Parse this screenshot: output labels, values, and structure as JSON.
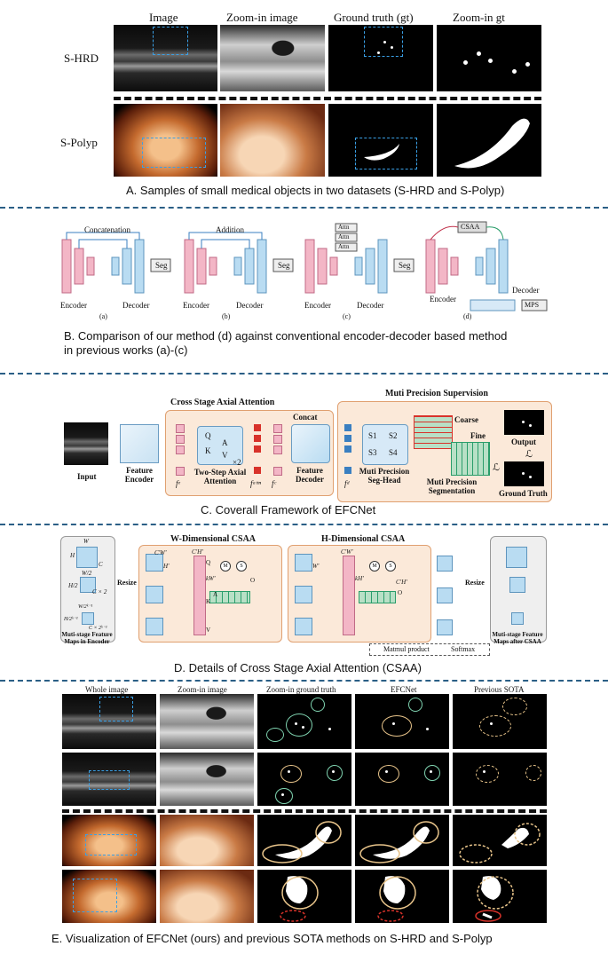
{
  "sectionA": {
    "col_headers": [
      "Image",
      "Zoom-in image",
      "Ground truth (gt)",
      "Zoom-in gt"
    ],
    "row_labels": [
      "S-HRD",
      "S-Polyp"
    ],
    "caption": "A. Samples of small medical objects in two datasets (S-HRD and S-Polyp)"
  },
  "sectionB": {
    "a": {
      "top": "Concatenation",
      "enc": "Encoder",
      "dec": "Decoder",
      "seg": "Seg",
      "tag": "(a)"
    },
    "b": {
      "top": "Addition",
      "enc": "Encoder",
      "dec": "Decoder",
      "seg": "Seg",
      "tag": "(b)"
    },
    "c": {
      "attn": "Attn",
      "enc": "Encoder",
      "dec": "Decoder",
      "seg": "Seg",
      "tag": "(c)"
    },
    "d": {
      "csaa": "CSAA",
      "enc": "Encoder",
      "dec": "Decoder",
      "mps": "MPS",
      "tag": "(d)"
    },
    "caption_line1": "B. Comparison of our method (d) against conventional encoder-decoder based method",
    "caption_line2": "in previous works (a)-(c)"
  },
  "sectionC": {
    "csaa_title": "Cross Stage Axial Attention",
    "mps_title": "Muti Precision Supervision",
    "input": "Input",
    "feat_enc": "Feature Encoder",
    "two_step": "Two-Step Axial Attention",
    "concat": "Concat",
    "feat_dec": "Feature Decoder",
    "seg_head": "Muti Precision Seg-Head",
    "mp_seg": "Muti Precision Segmentation",
    "coarse": "Coarse",
    "fine": "Fine",
    "output": "Output",
    "gt": "Ground Truth",
    "fe": "fᵉ",
    "fattn": "fᵃᵗᵗⁿ",
    "fc": "fᶜ",
    "fd": "fᵈ",
    "q": "Q",
    "k": "K",
    "a": "A",
    "v": "V",
    "x2": "×2",
    "s1": "S1",
    "s2": "S2",
    "s3": "S3",
    "s4": "S4",
    "loss": "ℒ",
    "caption": "C. Coverall Framework of EFCNet"
  },
  "sectionD": {
    "w_title": "W-Dimensional CSAA",
    "h_title": "H-Dimensional CSAA",
    "left_caption": "Muti-stage Feature Maps in Encoder",
    "right_caption": "Muti-stage Feature Maps after CSAA",
    "resize": "Resize",
    "w": "W",
    "h": "H",
    "c": "C",
    "w2": "W/2",
    "h2": "H/2",
    "c2": "C × 2",
    "wk": "W/2ᵏ⁻¹",
    "hk": "H/2ᵏ⁻¹",
    "ck": "C × 2ᵏ⁻¹",
    "cpw": "C'W'",
    "hp": "H'",
    "kw": "kW'",
    "cph": "C'H'",
    "wp": "W'",
    "kh": "kH'",
    "q": "Q",
    "k": "K",
    "v": "V",
    "o": "O",
    "a": "A",
    "m": "M",
    "s": "S",
    "matmul": "Matmul product",
    "softmax": "Softmax",
    "caption": "D. Details of Cross Stage Axial Attention (CSAA)"
  },
  "sectionE": {
    "col_headers": [
      "Whole image",
      "Zoom-in image",
      "Zoom-in ground truth",
      "EFCNet",
      "Previous SOTA"
    ],
    "caption": "E. Visualization of EFCNet (ours) and previous SOTA methods on S-HRD and S-Polyp"
  },
  "colors": {
    "separator": "#2b5f86",
    "zoom_box": "#3aa0e6",
    "encoder": "#f3b6c6",
    "decoder": "#b9dcf2",
    "panel_bg": "#fbe9d9",
    "good_circle": "#7fd3b0",
    "sota_circle": "#e8c48a",
    "bad_circle": "#d8322a"
  }
}
